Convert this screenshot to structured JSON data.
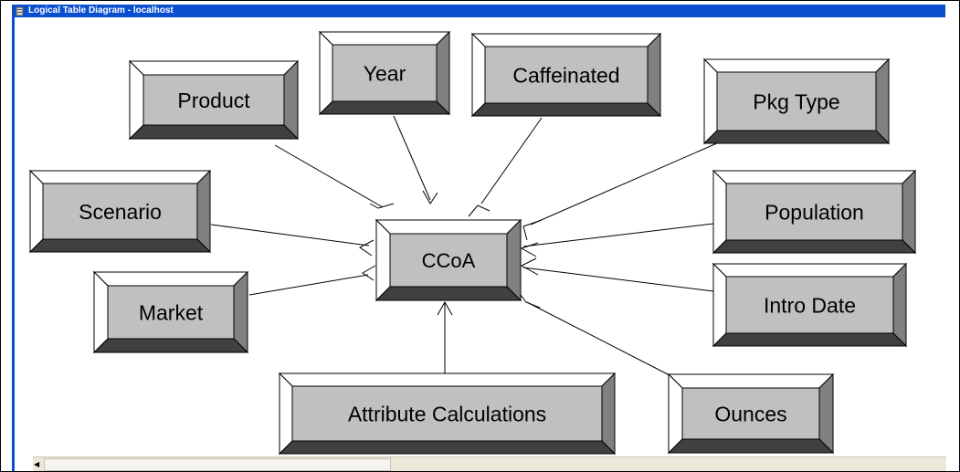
{
  "window": {
    "title": "Logical Table Diagram - localhost"
  },
  "colors": {
    "titlebar": "#0a4fd0",
    "box_face": "#c0c0c0",
    "bevel_dark": "#404040",
    "bevel_mid": "#808080"
  },
  "diagram": {
    "center": {
      "id": "ccoa",
      "label": "CCoA"
    },
    "tables": [
      {
        "id": "product",
        "label": "Product"
      },
      {
        "id": "year",
        "label": "Year"
      },
      {
        "id": "caffeinated",
        "label": "Caffeinated"
      },
      {
        "id": "pkg-type",
        "label": "Pkg Type"
      },
      {
        "id": "scenario",
        "label": "Scenario"
      },
      {
        "id": "population",
        "label": "Population"
      },
      {
        "id": "market",
        "label": "Market"
      },
      {
        "id": "intro-date",
        "label": "Intro Date"
      },
      {
        "id": "attribute-calculations",
        "label": "Attribute Calculations"
      },
      {
        "id": "ounces",
        "label": "Ounces"
      }
    ]
  }
}
